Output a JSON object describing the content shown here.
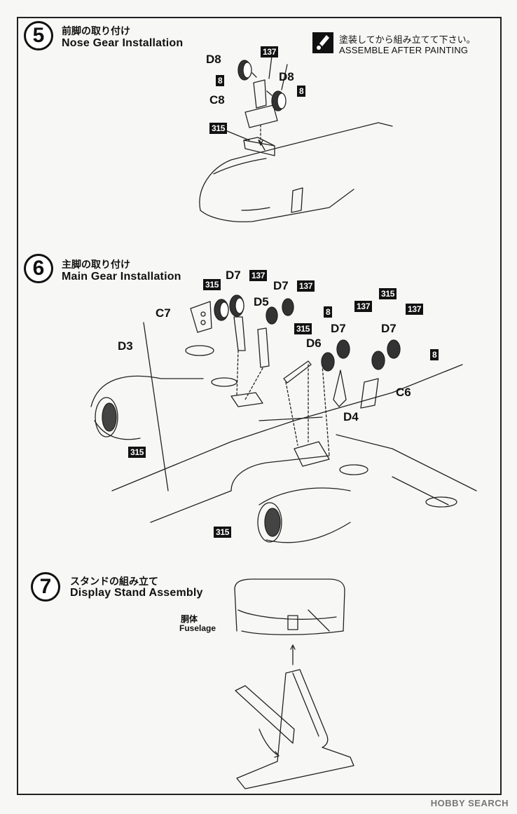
{
  "steps": [
    {
      "number": "5",
      "title_jp": "前脚の取り付け",
      "title_en": "Nose Gear Installation"
    },
    {
      "number": "6",
      "title_jp": "主脚の取り付け",
      "title_en": "Main Gear Installation"
    },
    {
      "number": "7",
      "title_jp": "スタンドの組み立て",
      "title_en": "Display Stand Assembly"
    }
  ],
  "notes": {
    "paint_jp": "塗装してから組み立てて下さい。",
    "paint_en": "ASSEMBLE AFTER PAINTING",
    "icon": "paint-brush-icon"
  },
  "labels": {
    "d8": "D8",
    "c8": "C8",
    "d7": "D7",
    "d5": "D5",
    "c7": "C7",
    "d3": "D3",
    "d6": "D6",
    "d4": "D4",
    "c6": "C6",
    "fuselage_jp": "胴体",
    "fuselage_en": "Fuselage"
  },
  "badges": {
    "b8": "8",
    "b137": "137",
    "b315": "315"
  },
  "watermark": "HOBBY SEARCH"
}
